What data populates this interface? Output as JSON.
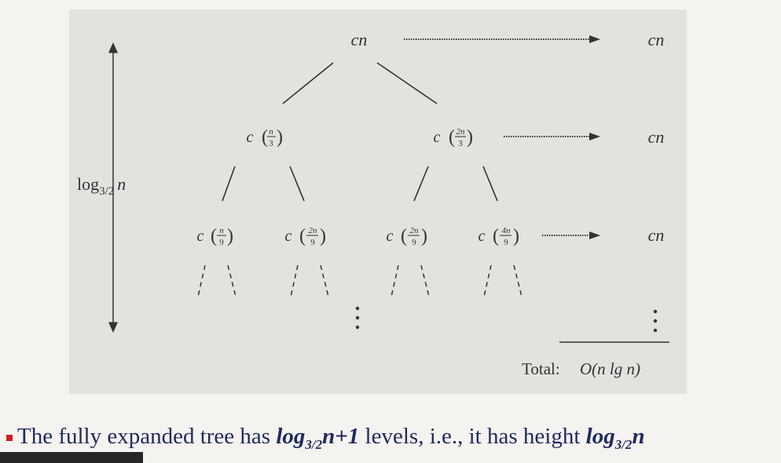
{
  "tree": {
    "root": "cn",
    "level1": [
      {
        "c": "c",
        "num": "n",
        "den": "3"
      },
      {
        "c": "c",
        "num": "2n",
        "den": "3"
      }
    ],
    "level2": [
      {
        "c": "c",
        "num": "n",
        "den": "9"
      },
      {
        "c": "c",
        "num": "2n",
        "den": "9"
      },
      {
        "c": "c",
        "num": "2n",
        "den": "9"
      },
      {
        "c": "c",
        "num": "4n",
        "den": "9"
      }
    ],
    "level_costs": [
      "cn",
      "cn",
      "cn"
    ],
    "height_label": {
      "base": "log",
      "sub": "3/2",
      "var": "n"
    },
    "total": {
      "label": "Total:",
      "expr": "O(n lg n)"
    }
  },
  "caption": {
    "text_before": "The fully expanded tree has ",
    "levels_log": "log",
    "levels_sub": "3/2",
    "levels_rest": "n+1",
    "text_middle": " levels, i.e., it has height ",
    "height_log": "log",
    "height_sub": "3/2",
    "height_var": "n"
  },
  "colors": {
    "figure_bg": "#e3e2df",
    "caption_text": "#1f2a5e",
    "bullet": "#cc2222"
  }
}
